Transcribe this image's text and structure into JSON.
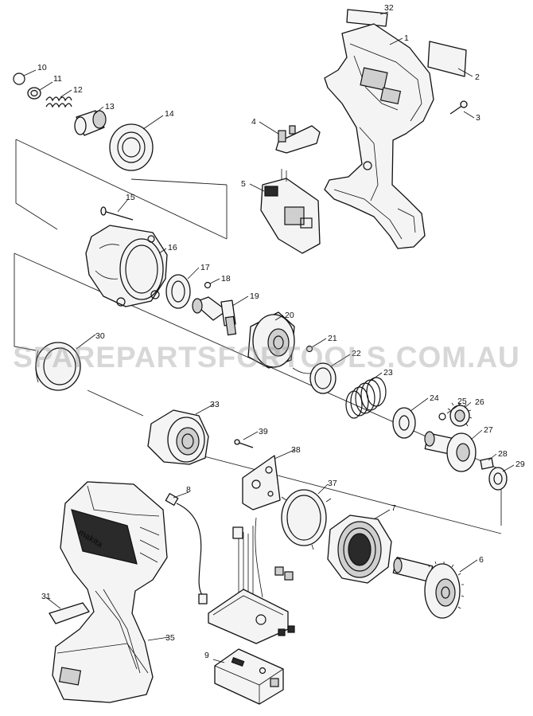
{
  "watermark": "SPAREPARTSFORTOOLS.COM.AU",
  "brand_logo": "makita",
  "parts": [
    {
      "id": "part-1",
      "label": "1"
    },
    {
      "id": "part-2",
      "label": "2"
    },
    {
      "id": "part-3",
      "label": "3"
    },
    {
      "id": "part-4",
      "label": "4"
    },
    {
      "id": "part-5",
      "label": "5"
    },
    {
      "id": "part-6",
      "label": "6"
    },
    {
      "id": "part-7",
      "label": "7"
    },
    {
      "id": "part-8",
      "label": "8"
    },
    {
      "id": "part-9",
      "label": "9"
    },
    {
      "id": "part-10",
      "label": "10"
    },
    {
      "id": "part-11",
      "label": "11"
    },
    {
      "id": "part-12",
      "label": "12"
    },
    {
      "id": "part-13",
      "label": "13"
    },
    {
      "id": "part-14",
      "label": "14"
    },
    {
      "id": "part-15",
      "label": "15"
    },
    {
      "id": "part-16",
      "label": "16"
    },
    {
      "id": "part-17",
      "label": "17"
    },
    {
      "id": "part-18",
      "label": "18"
    },
    {
      "id": "part-19",
      "label": "19"
    },
    {
      "id": "part-20",
      "label": "20"
    },
    {
      "id": "part-21",
      "label": "21"
    },
    {
      "id": "part-22",
      "label": "22"
    },
    {
      "id": "part-23",
      "label": "23"
    },
    {
      "id": "part-24",
      "label": "24"
    },
    {
      "id": "part-25",
      "label": "25"
    },
    {
      "id": "part-26",
      "label": "26"
    },
    {
      "id": "part-27",
      "label": "27"
    },
    {
      "id": "part-28",
      "label": "28"
    },
    {
      "id": "part-29",
      "label": "29"
    },
    {
      "id": "part-30",
      "label": "30"
    },
    {
      "id": "part-31",
      "label": "31"
    },
    {
      "id": "part-32",
      "label": "32"
    },
    {
      "id": "part-33",
      "label": "33"
    },
    {
      "id": "part-35",
      "label": "35"
    },
    {
      "id": "part-37",
      "label": "37"
    },
    {
      "id": "part-38",
      "label": "38"
    },
    {
      "id": "part-39",
      "label": "39"
    }
  ]
}
